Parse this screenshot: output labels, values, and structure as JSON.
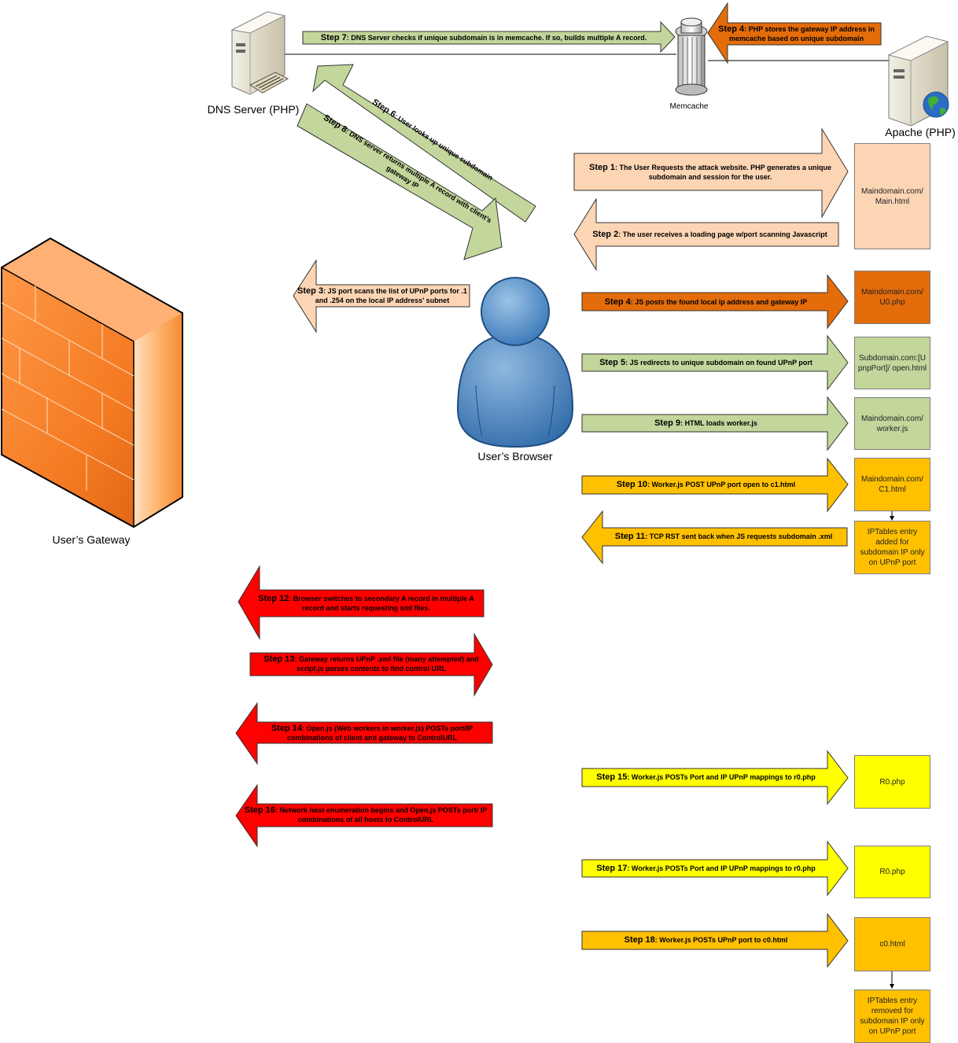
{
  "colors": {
    "peach": "#fcd5b5",
    "orange": "#e46c0a",
    "green": "#c3d69b",
    "amber": "#ffc000",
    "red": "#ff0000",
    "yellow": "#ffff00",
    "firewall": "#f6802a"
  },
  "nodes": {
    "dns_server": "DNS Server (PHP)",
    "memcache": "Memcache",
    "apache": "Apache (PHP)",
    "browser": "User’s Browser",
    "gateway": "User’s Gateway"
  },
  "steps": [
    {
      "id": "s1",
      "step": "Step 1",
      "text": ": The User Requests the attack website.  PHP generates a unique subdomain and session for the user."
    },
    {
      "id": "s2",
      "step": "Step 2",
      "text": ": The user receives a loading page w/port scanning Javascript"
    },
    {
      "id": "s3",
      "step": "Step 3",
      "text": ": JS port scans the list of UPnP ports for .1 and .254 on the local IP address’ subnet"
    },
    {
      "id": "s4a",
      "step": "Step 4",
      "text": ": JS posts the found local ip address and gateway IP"
    },
    {
      "id": "s4b",
      "step": "Step 4",
      "text": ": PHP stores the gateway IP address in memcache based on unique subdomain"
    },
    {
      "id": "s5",
      "step": "Step 5",
      "text": ": JS redirects to unique subdomain on found UPnP port"
    },
    {
      "id": "s6",
      "step": "Step 6",
      "text": ": User looks up unique subdomain"
    },
    {
      "id": "s7",
      "step": "Step 7",
      "text": ": DNS Server checks if unique subdomain is in memcache.  If so, builds multiple A record."
    },
    {
      "id": "s8",
      "step": "Step 8",
      "text": ": DNS server returns multiple A record with client’s gateway IP"
    },
    {
      "id": "s9",
      "step": "Step 9",
      "text": ": HTML loads worker.js"
    },
    {
      "id": "s10",
      "step": "Step 10",
      "text": ": Worker.js  POST UPnP port open to c1.html"
    },
    {
      "id": "s11",
      "step": "Step 11",
      "text": ": TCP RST sent back when JS requests subdomain .xml"
    },
    {
      "id": "s12",
      "step": "Step 12",
      "text": ": Browser switches to secondary A record in multiple A record and starts requesting xml files."
    },
    {
      "id": "s13",
      "step": "Step 13",
      "text": ": Gateway returns UPnP .xml file (many attempted) and script.js parses contents to find control URL"
    },
    {
      "id": "s14",
      "step": "Step 14",
      "text": ":  Open.js (Web workers in worker.js) POSTs port/IP combinations of client and gateway to ControlURL"
    },
    {
      "id": "s15",
      "step": "Step 15",
      "text": ": Worker.js POSTs Port and IP UPnP mappings to r0.php"
    },
    {
      "id": "s16",
      "step": "Step 16",
      "text": ": Network host enumeration begins and Open.js POSTs port/ IP combinations of all hosts to ControlURL"
    },
    {
      "id": "s17",
      "step": "Step 17",
      "text": ": Worker.js POSTs Port and IP UPnP mappings to r0.php"
    },
    {
      "id": "s18",
      "step": "Step 18",
      "text": ": Worker.js POSTs UPnP port to c0.html"
    }
  ],
  "boxes": [
    {
      "id": "b1",
      "text": "Maindomain.com/ Main.html"
    },
    {
      "id": "b2",
      "text": "Maindomain.com/ U0.php"
    },
    {
      "id": "b3",
      "text": "Subdomain.com:[U pnpPort]/ open.html"
    },
    {
      "id": "b4",
      "text": "Maindomain.com/ worker.js"
    },
    {
      "id": "b5",
      "text": "Maindomain.com/ C1.html"
    },
    {
      "id": "b6",
      "text": "IPTables entry added for subdomain IP only on UPnP port"
    },
    {
      "id": "b7",
      "text": "R0.php"
    },
    {
      "id": "b8",
      "text": "R0.php"
    },
    {
      "id": "b9",
      "text": "c0.html"
    },
    {
      "id": "b10",
      "text": "IPTables entry removed for subdomain IP only on UPnP port"
    }
  ]
}
